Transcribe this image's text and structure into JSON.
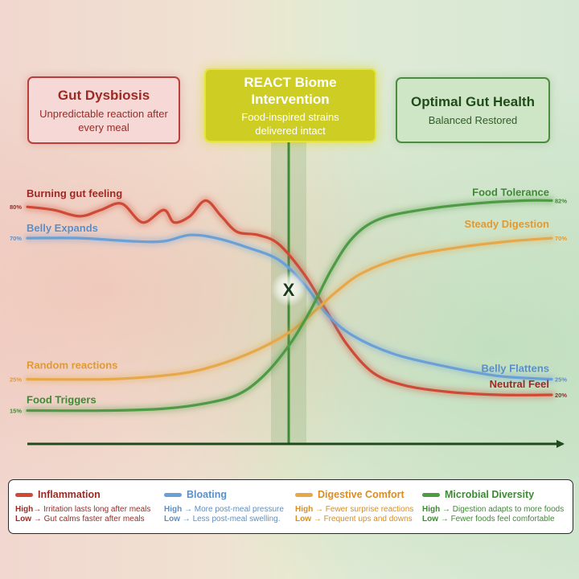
{
  "phases": {
    "dysbiosis": {
      "title": "Gut Dysbiosis",
      "subtitle": "Unpredictable reaction after every meal"
    },
    "react": {
      "title": "REACT Biome Intervention",
      "subtitle": "Food-inspired strains delivered intact"
    },
    "optimal": {
      "title": "Optimal Gut Health",
      "subtitle": "Balanced Restored"
    }
  },
  "crossover_label": "X",
  "colors": {
    "inflammation": "#cf4a36",
    "bloating": "#6aa0d6",
    "digestive_comfort": "#e6a84a",
    "microbial_diversity": "#4f9a45"
  },
  "chart_data": {
    "type": "line",
    "x_range": [
      0,
      1
    ],
    "y_range": [
      0,
      100
    ],
    "series": [
      {
        "key": "inflammation",
        "start_label": "Burning gut feeling",
        "start_value": "80%",
        "end_label": "Neutral Feel",
        "end_value": "20%",
        "points": [
          [
            0,
            80
          ],
          [
            0.05,
            79
          ],
          [
            0.1,
            77
          ],
          [
            0.14,
            79
          ],
          [
            0.18,
            81
          ],
          [
            0.22,
            75
          ],
          [
            0.26,
            79
          ],
          [
            0.28,
            75
          ],
          [
            0.31,
            77
          ],
          [
            0.34,
            82
          ],
          [
            0.37,
            77
          ],
          [
            0.4,
            72
          ],
          [
            0.44,
            71
          ],
          [
            0.48,
            68
          ],
          [
            0.53,
            58
          ],
          [
            0.57,
            47
          ],
          [
            0.61,
            36
          ],
          [
            0.66,
            27
          ],
          [
            0.72,
            23
          ],
          [
            0.8,
            21
          ],
          [
            0.9,
            20
          ],
          [
            1,
            20
          ]
        ]
      },
      {
        "key": "bloating",
        "start_label": "Belly Expands",
        "start_value": "70%",
        "end_label": "Belly Flattens",
        "end_value": "25%",
        "points": [
          [
            0,
            70
          ],
          [
            0.1,
            70
          ],
          [
            0.2,
            69
          ],
          [
            0.26,
            69
          ],
          [
            0.31,
            71
          ],
          [
            0.36,
            70
          ],
          [
            0.42,
            67
          ],
          [
            0.48,
            63
          ],
          [
            0.53,
            55
          ],
          [
            0.57,
            46
          ],
          [
            0.62,
            39
          ],
          [
            0.7,
            33
          ],
          [
            0.8,
            29
          ],
          [
            0.9,
            26
          ],
          [
            1,
            25
          ]
        ]
      },
      {
        "key": "digestive_comfort",
        "start_label": "Random reactions",
        "start_value": "25%",
        "end_label": "Steady Digestion",
        "end_value": "70%",
        "points": [
          [
            0,
            25
          ],
          [
            0.15,
            25
          ],
          [
            0.25,
            26
          ],
          [
            0.33,
            28
          ],
          [
            0.42,
            33
          ],
          [
            0.5,
            40
          ],
          [
            0.55,
            47
          ],
          [
            0.59,
            53
          ],
          [
            0.64,
            59
          ],
          [
            0.72,
            64
          ],
          [
            0.82,
            67
          ],
          [
            0.92,
            69
          ],
          [
            1,
            70
          ]
        ]
      },
      {
        "key": "microbial_diversity",
        "start_label": "Food Triggers",
        "start_value": "15%",
        "end_label": "Food Tolerance",
        "end_value": "82%",
        "points": [
          [
            0,
            15
          ],
          [
            0.15,
            15
          ],
          [
            0.25,
            15.5
          ],
          [
            0.33,
            17
          ],
          [
            0.4,
            20
          ],
          [
            0.45,
            26
          ],
          [
            0.5,
            36
          ],
          [
            0.54,
            47
          ],
          [
            0.58,
            60
          ],
          [
            0.62,
            70
          ],
          [
            0.67,
            76
          ],
          [
            0.75,
            79
          ],
          [
            0.85,
            81
          ],
          [
            0.95,
            82
          ],
          [
            1,
            82
          ]
        ]
      }
    ]
  },
  "legend": [
    {
      "key": "inflammation",
      "name": "Inflammation",
      "high": "Irritation lasts long after meals",
      "low": "Gut calms faster after meals"
    },
    {
      "key": "bloating",
      "name": "Bloating",
      "high": "More post-meal pressure",
      "low": "Less post-meal swelling."
    },
    {
      "key": "digestive_comfort",
      "name": "Digestive Comfort",
      "high": "Fewer surprise reactions",
      "low": "Frequent ups and downs"
    },
    {
      "key": "microbial_diversity",
      "name": "Microbial Diversity",
      "high": "Digestion adapts to more foods",
      "low": "Fewer foods feel comfortable"
    }
  ],
  "legend_words": {
    "high": "High",
    "low": "Low",
    "arrow": "→"
  }
}
